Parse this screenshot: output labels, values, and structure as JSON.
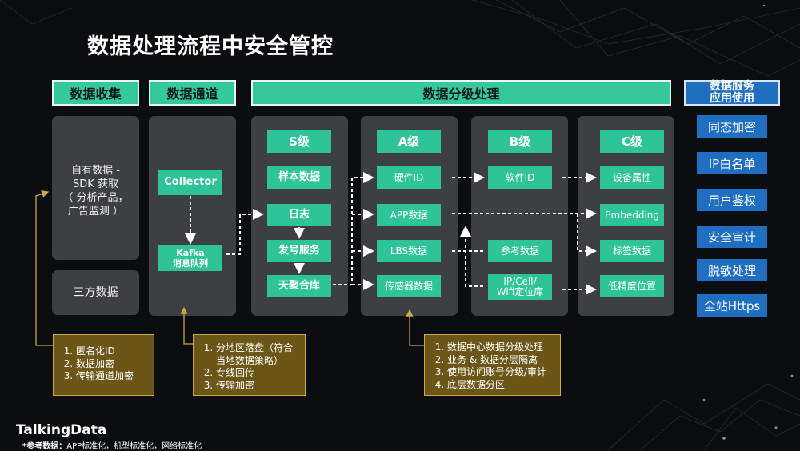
{
  "title": "数据处理流程中安全管控",
  "headers": {
    "collect": "数据收集",
    "channel": "数据通道",
    "grading": "数据分级处理",
    "service_line1": "数据服务",
    "service_line2": "应用使用"
  },
  "collect": {
    "own_line1": "自有数据 -",
    "own_line2": "SDK 获取",
    "own_line3": "（ 分析产品，",
    "own_line4": "广告监测 ）",
    "third": "三方数据"
  },
  "channel": {
    "collector": "Collector",
    "kafka_line1": "Kafka",
    "kafka_line2": "消息队列"
  },
  "levels": {
    "s": {
      "title": "S级",
      "items": [
        "样本数据",
        "日志",
        "发号服务",
        "天聚合库"
      ]
    },
    "a": {
      "title": "A级",
      "items": [
        "硬件ID",
        "APP数据",
        "LBS数据",
        "传感器数据"
      ]
    },
    "b": {
      "title": "B级",
      "items": [
        "软件ID",
        "参考数据"
      ],
      "ip_line1": "IP/Cell/",
      "ip_line2": "Wifi定位库"
    },
    "c": {
      "title": "C级",
      "items": [
        "设备属性",
        "Embedding",
        "标签数据",
        "低精度位置"
      ]
    }
  },
  "services": [
    "同态加密",
    "IP白名单",
    "用户鉴权",
    "安全审计",
    "脱敏处理",
    "全站Https"
  ],
  "notes": {
    "collect": [
      "匿名化ID",
      "数据加密",
      "传输通道加密"
    ],
    "channel": [
      "分地区落盘（符合当地数据策略）",
      "专线回传",
      "传输加密"
    ],
    "grading": [
      "数据中心数据分级处理",
      "业务 & 数据分层隔离",
      "使用访问账号分级/审计",
      "底层数据分区"
    ]
  },
  "brand": "TalkingData",
  "footer": {
    "label": "*参考数据：",
    "text": "APP标准化，机型标准化，网络标准化"
  },
  "colors": {
    "green": "#35c89a",
    "blue": "#1f6ec0",
    "panel": "#3d3f43",
    "note_bg": "#6b5618",
    "note_border": "#c9a94a"
  }
}
